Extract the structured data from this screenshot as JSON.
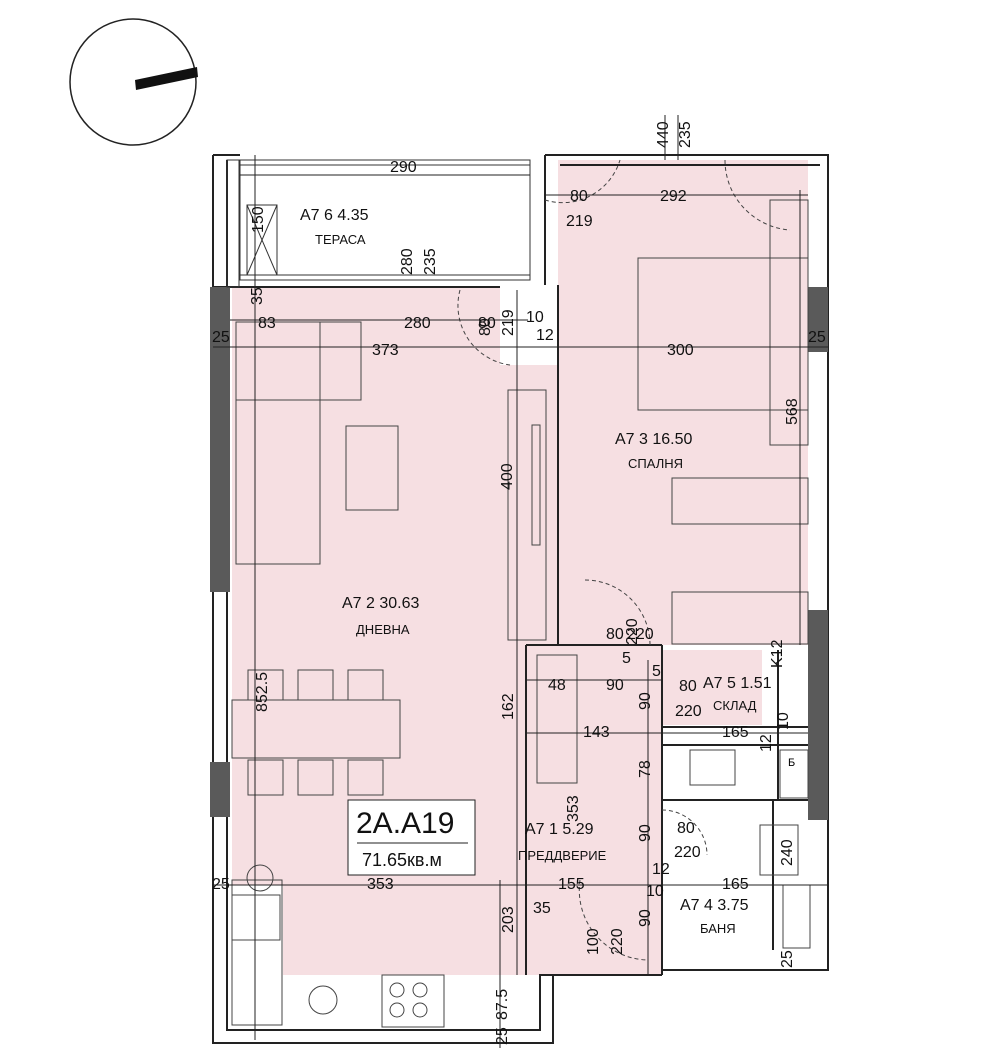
{
  "unit": {
    "code": "2A.A19",
    "area": "71.65кв.м"
  },
  "rooms": [
    {
      "id": "terrace",
      "name": "A7 6 4.35",
      "label": "ТЕРАСА"
    },
    {
      "id": "living",
      "name": "A7 2 30.63",
      "label": "ДНЕВНА"
    },
    {
      "id": "bedroom",
      "name": "A7 3 16.50",
      "label": "СПАЛНЯ"
    },
    {
      "id": "storage",
      "name": "A7 5 1.51",
      "label": "СКЛАД"
    },
    {
      "id": "hall",
      "name": "A7 1 5.29",
      "label": "ПРЕДДВЕРИЕ"
    },
    {
      "id": "bath",
      "name": "A7 4 3.75",
      "label": "БАНЯ"
    }
  ],
  "dims_h": [
    "290",
    "80",
    "219",
    "292",
    "83",
    "280",
    "80",
    "10",
    "12",
    "25",
    "373",
    "300",
    "25",
    "48",
    "90",
    "5",
    "80",
    "220",
    "143",
    "165",
    "80",
    "220",
    "25",
    "353",
    "155",
    "12",
    "165",
    "35",
    "10",
    "80",
    "220",
    "5"
  ],
  "dims_v": [
    "440",
    "235",
    "150",
    "280",
    "235",
    "35",
    "219",
    "400",
    "568",
    "80",
    "220",
    "162",
    "90",
    "78",
    "353",
    "90",
    "852.5",
    "203",
    "100",
    "220",
    "90",
    "K12",
    "10",
    "12",
    "240",
    "25",
    "25",
    "87.5"
  ],
  "symbols": {
    "boiler": "Б"
  },
  "colors": {
    "room_fill": "#f6dfe2",
    "wall": "#222222",
    "window": "#5a5a5a"
  }
}
